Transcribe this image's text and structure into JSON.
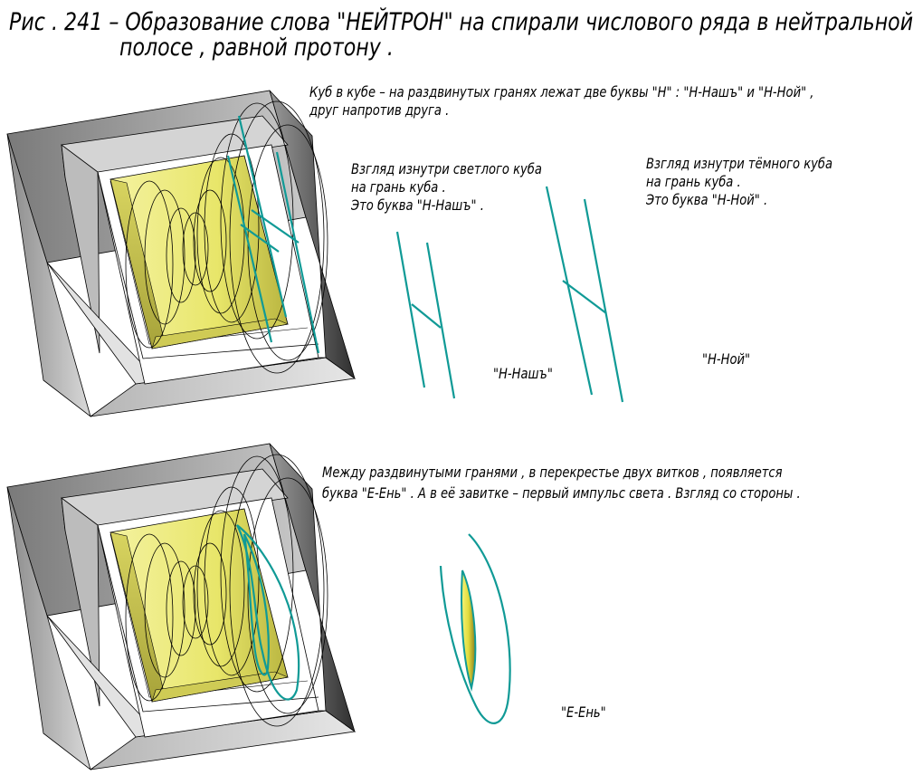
{
  "title": {
    "line1": "Рис . 241 – Образование слова \"НЕЙТРОН\" на спирали числового ряда в нейтральной",
    "line2": "полосе , равной протону ."
  },
  "top_note": {
    "line1": "Куб в кубе – на раздвинутых гранях лежат две буквы \"Н\" : \"Н-Нашъ\" и \"Н-Ной\" ,",
    "line2": "друг напротив друга ."
  },
  "light_view": {
    "line1": "Взгляд изнутри светлого куба",
    "line2": "на грань куба .",
    "line3": "Это буква \"Н-Нашъ\" ."
  },
  "dark_view": {
    "line1": "Взгляд изнутри тёмного куба",
    "line2": "на грань куба .",
    "line3": "Это буква \"Н-Ной\" ."
  },
  "labels": {
    "n_nash": "\"Н-Нашъ\"",
    "n_noi": "\"Н-Ной\"",
    "e_en": "\"Е-Ень\""
  },
  "bottom_note": {
    "line1": "Между раздвинутыми гранями , в перекрестье  двух витков , появляется",
    "line2": "буква \"Е-Ень\" . А в её завитке – первый импульс света . Взгляд со стороны ."
  },
  "colors": {
    "teal": "#109a96",
    "yellow": "#ecea6a",
    "frame_dark": "#6e6e6e",
    "frame_light": "#cfcfcf"
  }
}
